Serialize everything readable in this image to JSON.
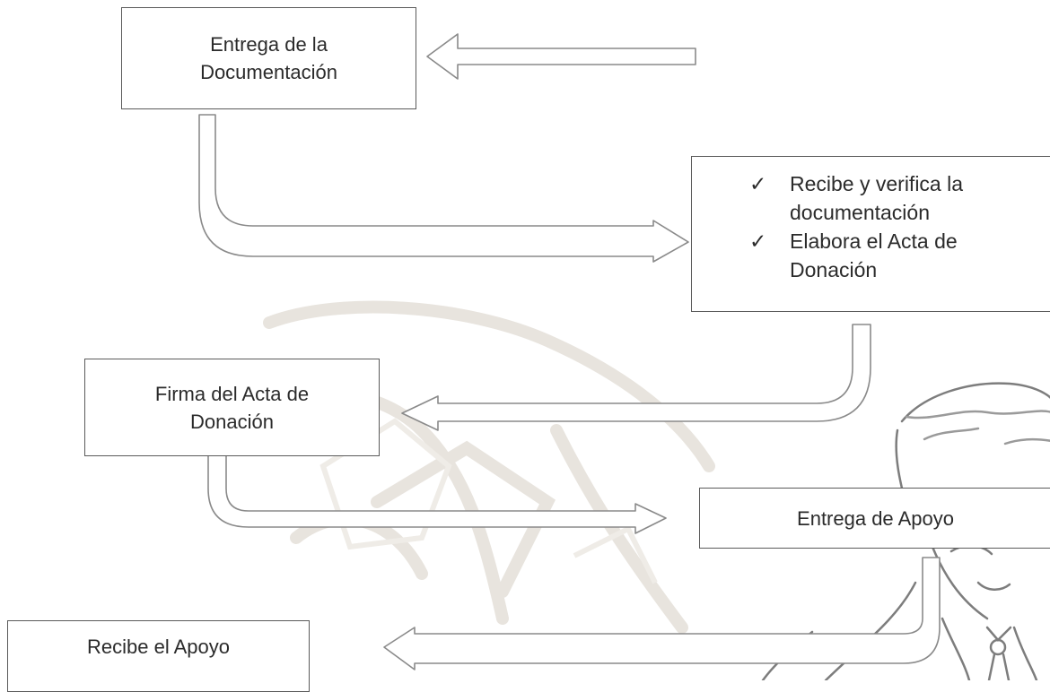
{
  "steps": {
    "entrega_documentacion": {
      "line1": "Entrega de la",
      "line2": "Documentación"
    },
    "recibe_verifica": {
      "check_mark": "✓",
      "items": [
        {
          "line1": "Recibe y verifica la",
          "line2": "documentación"
        },
        {
          "line1": "Elabora el Acta de",
          "line2": "Donación"
        }
      ]
    },
    "firma_acta": {
      "line1": "Firma del Acta de",
      "line2": "Donación"
    },
    "entrega_apoyo": {
      "label": "Entrega de Apoyo"
    },
    "recibe_apoyo": {
      "label": "Recibe el Apoyo"
    }
  },
  "colors": {
    "box_border": "#5a5a5a",
    "arrow_outline": "#8a8a8a",
    "watermark": "#e6e2dc",
    "illustration": "#7d7d7d"
  }
}
